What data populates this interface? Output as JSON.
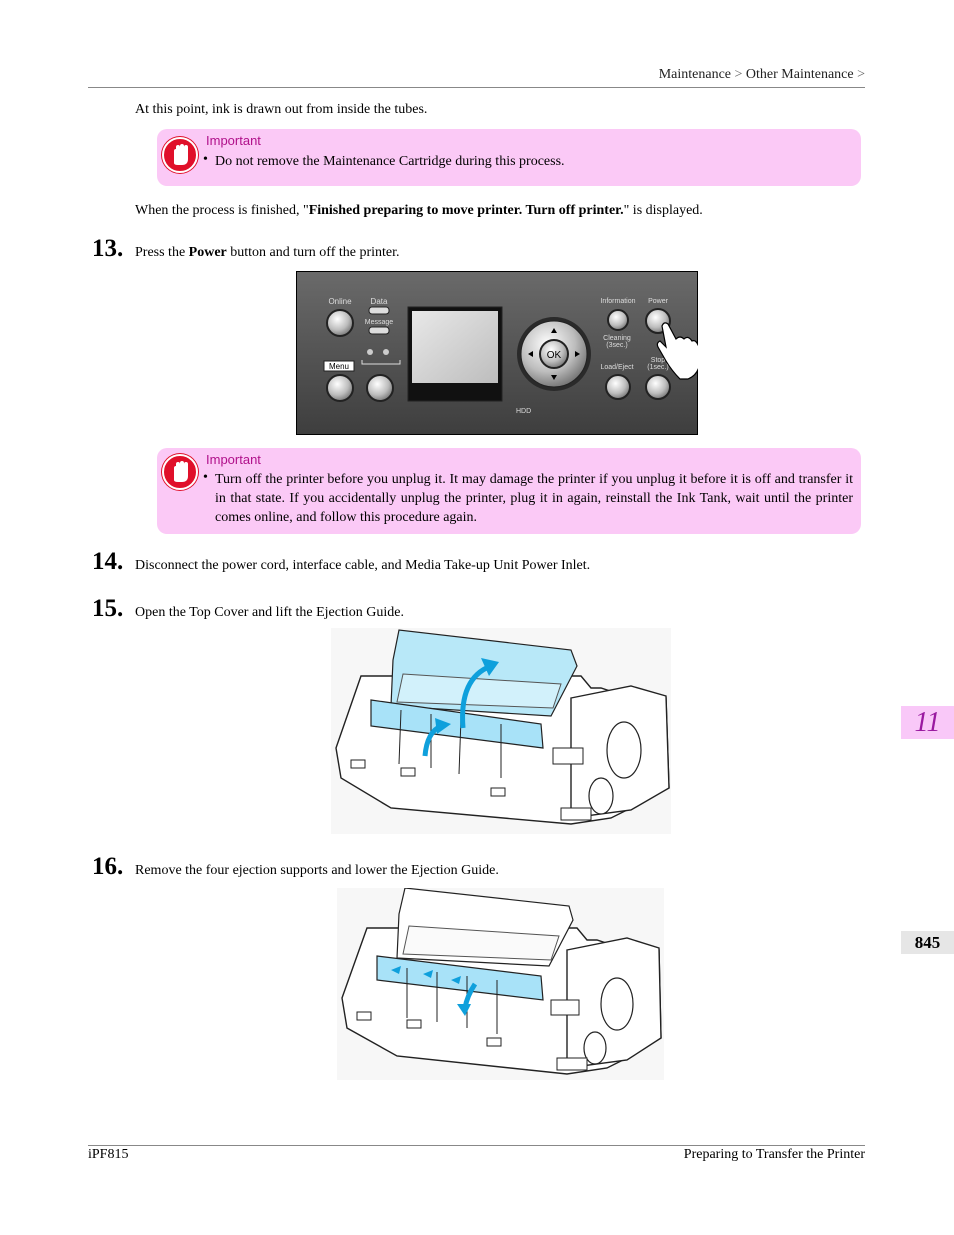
{
  "header": {
    "breadcrumb_1": "Maintenance",
    "sep_1": ">",
    "breadcrumb_2": "Other Maintenance",
    "sep_2": ">"
  },
  "intro_text": "At this point, ink is drawn out from inside the tubes.",
  "important_1": {
    "label": "Important",
    "bullet": "•",
    "text": "Do not remove the Maintenance Cartridge during this process."
  },
  "finished": {
    "prefix": "When the process is finished, \"",
    "bold": "Finished preparing to move printer. Turn off printer.",
    "suffix": "\" is displayed."
  },
  "step13": {
    "number": "13.",
    "prefix": "Press the ",
    "bold": "Power",
    "suffix": " button and turn off the printer."
  },
  "panel": {
    "online": "Online",
    "data": "Data",
    "message": "Message",
    "menu": "Menu",
    "information": "Information",
    "power": "Power",
    "cleaning": "Cleaning",
    "cleaning_sub": "(3sec.)",
    "load_eject": "Load/Eject",
    "stop": "Stop",
    "stop_sub": "(1sec.)",
    "ok": "OK",
    "hdd": "HDD"
  },
  "important_2": {
    "label": "Important",
    "bullet": "•",
    "text": "Turn off the printer before you unplug it. It may damage the printer if you unplug it before it is off and transfer it in that state. If you accidentally unplug the printer, plug it in again, reinstall the Ink Tank, wait until the printer comes online, and follow this procedure again."
  },
  "step14": {
    "number": "14.",
    "text": "Disconnect the power cord, interface cable, and Media Take-up Unit Power Inlet."
  },
  "step15": {
    "number": "15.",
    "text": "Open the Top Cover and lift the Ejection Guide."
  },
  "step16": {
    "number": "16.",
    "text": "Remove the four ejection supports and lower the Ejection Guide."
  },
  "side_tab": {
    "chapter": "11",
    "page": "845"
  },
  "footer": {
    "left": "iPF815",
    "right": "Preparing to Transfer the Printer"
  },
  "colors": {
    "important_bg": "#fbc9f6",
    "accent_blue": "#7fd0f0",
    "chapter_tab": "#f9c8f8"
  }
}
